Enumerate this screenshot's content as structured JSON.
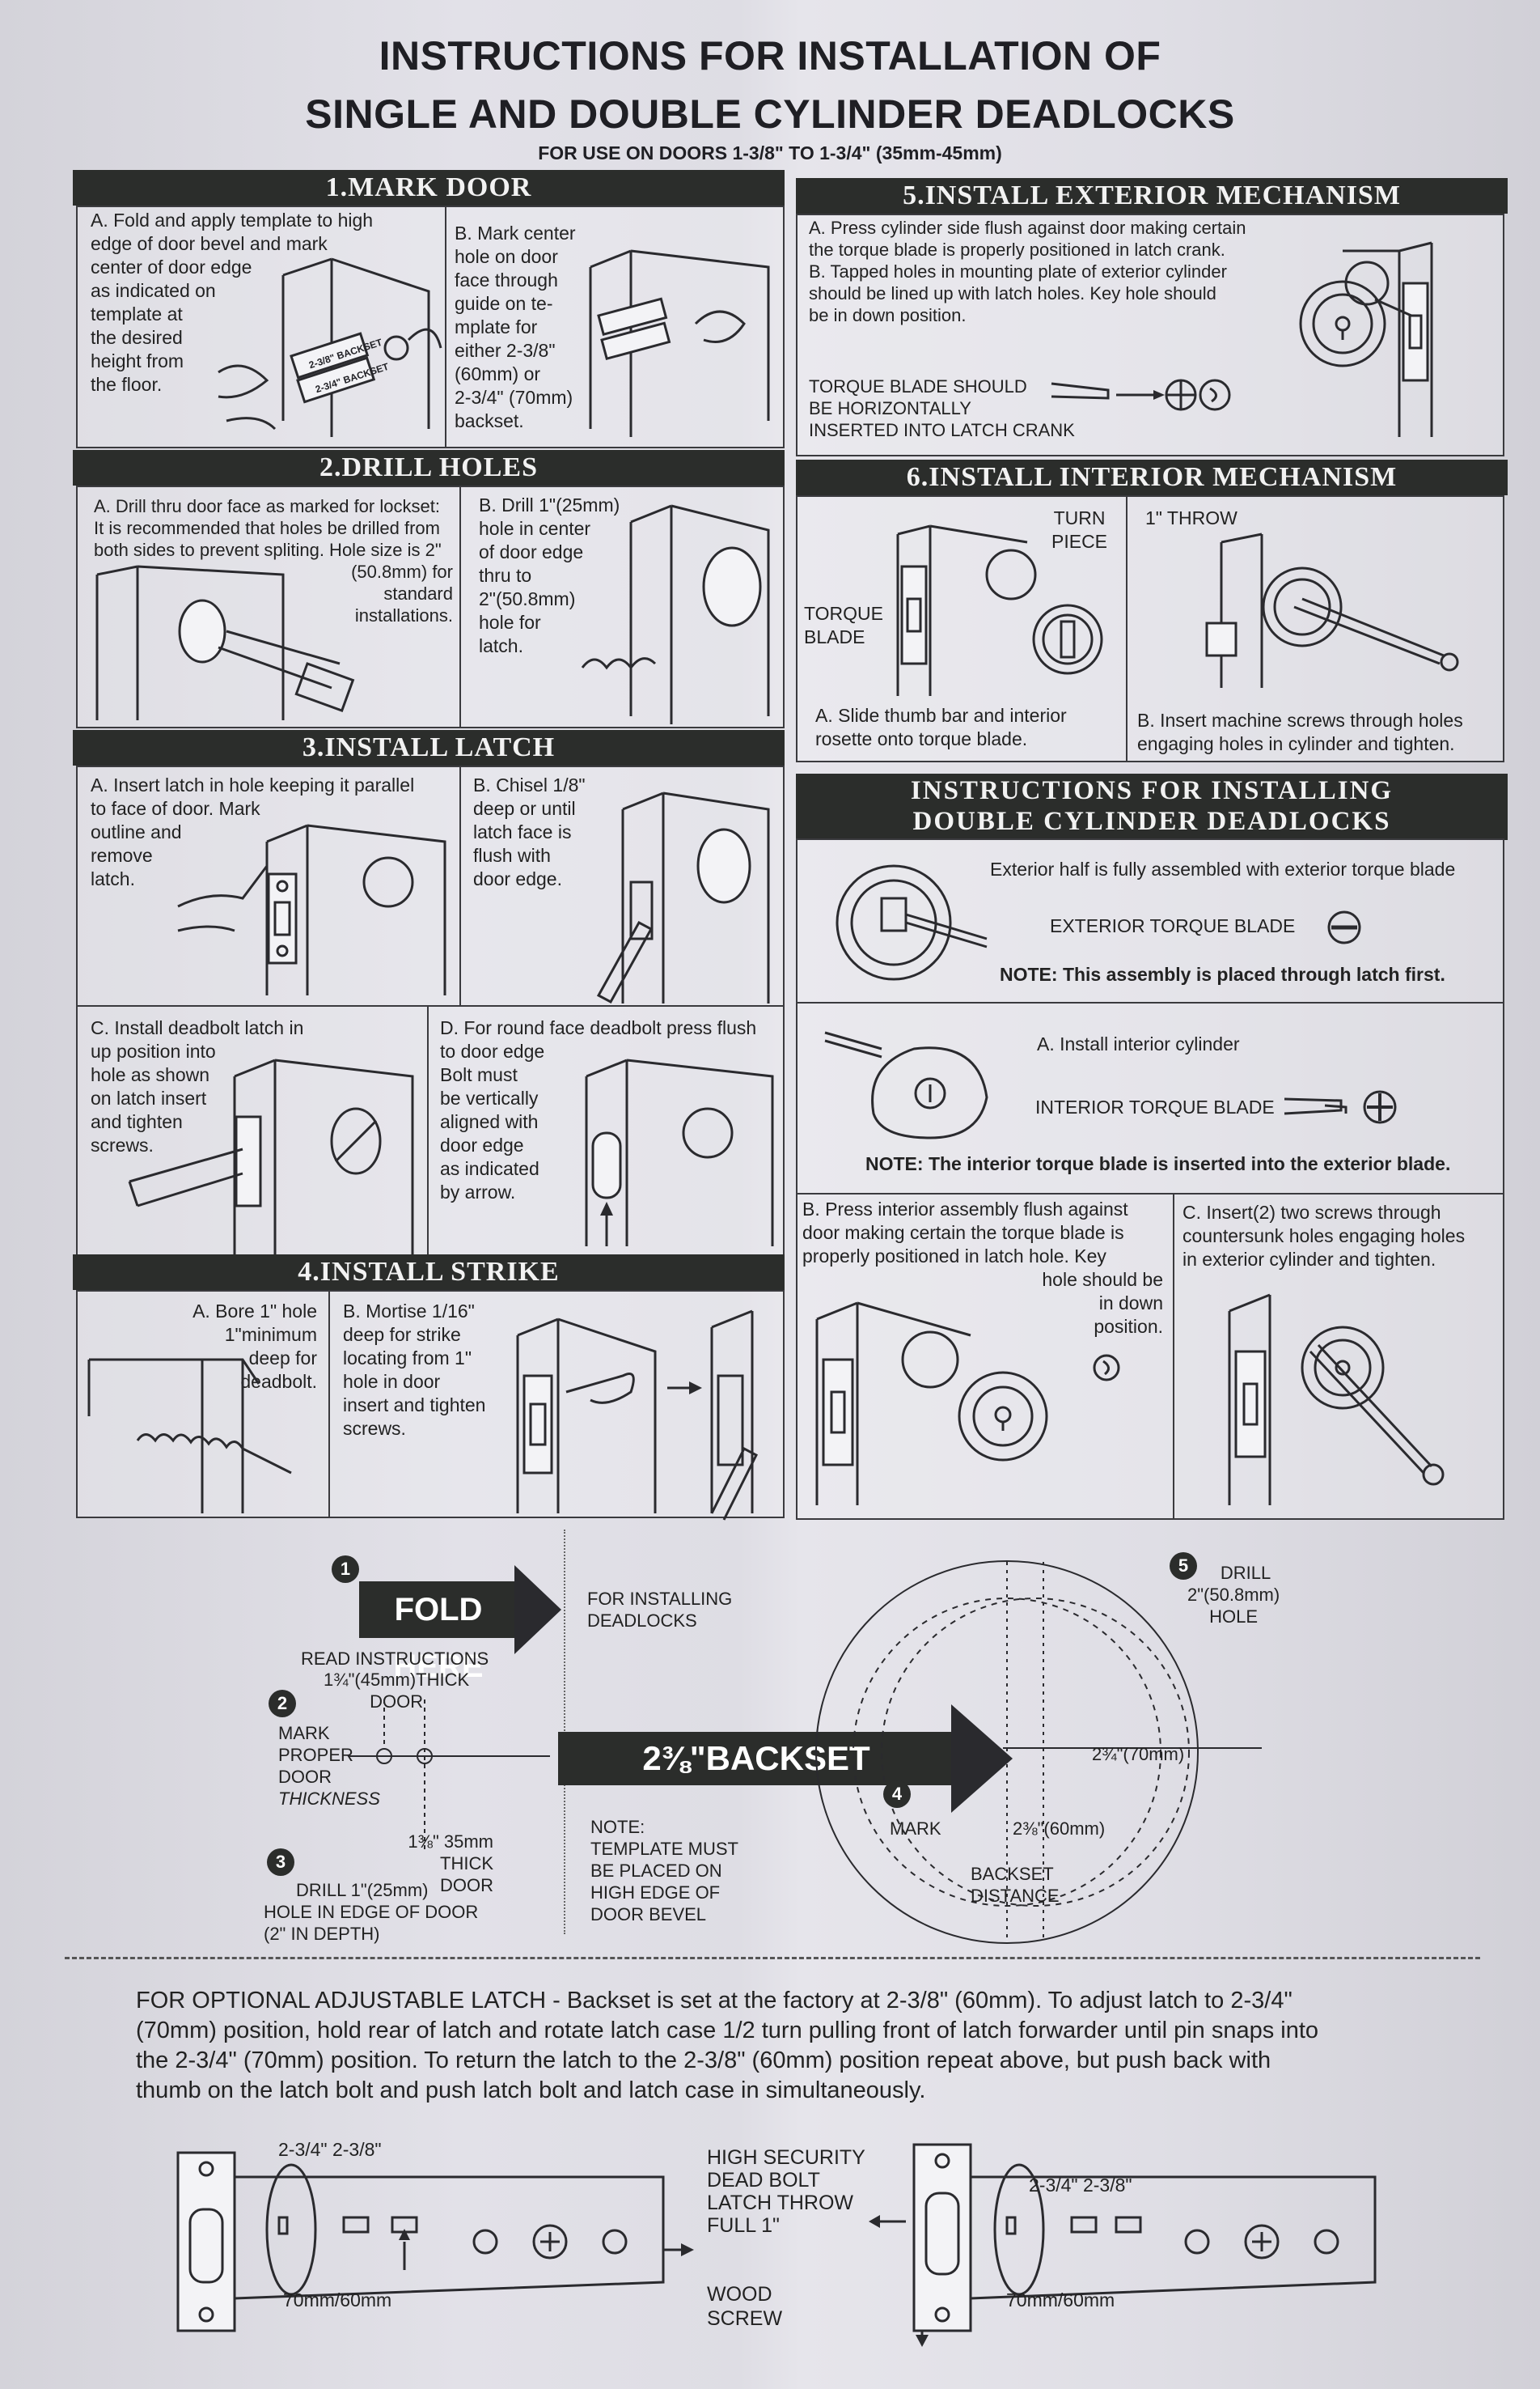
{
  "title": {
    "line1": "INSTRUCTIONS FOR INSTALLATION OF",
    "line2": "SINGLE AND DOUBLE CYLINDER DEADLOCKS",
    "line3": "FOR USE ON DOORS 1-3/8\" TO 1-3/4\" (35mm-45mm)"
  },
  "s1": {
    "header": "1.MARK DOOR",
    "a": [
      "A. Fold and apply template to high",
      "edge of door bevel and mark",
      "center of door edge",
      "as indicated on",
      "template at",
      "the desired",
      "height from",
      "the floor."
    ],
    "b": [
      "B. Mark center",
      "hole on door",
      "face through",
      "guide on te-",
      "mplate for",
      "either 2-3/8\"",
      "(60mm) or",
      "2-3/4\" (70mm)",
      "backset."
    ],
    "tpl1": "2-3/8\" BACKSET",
    "tpl2": "2-3/4\" BACKSET"
  },
  "s2": {
    "header": "2.DRILL HOLES",
    "a": [
      "A. Drill thru door face as marked for lockset:",
      "It is recommended that holes be drilled from",
      "both sides to prevent spliting. Hole size is 2\"",
      "(50.8mm) for",
      "standard",
      "installations."
    ],
    "b": [
      "B. Drill 1\"(25mm)",
      "hole in center",
      "of door edge",
      "thru to",
      "2\"(50.8mm)",
      "hole for",
      "latch."
    ]
  },
  "s3": {
    "header": "3.INSTALL LATCH",
    "a": [
      "A. Insert latch in hole keeping it parallel",
      "to face of door. Mark",
      "outline and",
      "remove",
      "latch."
    ],
    "b": [
      "B. Chisel 1/8\"",
      "deep or until",
      "latch face is",
      "flush with",
      "door edge."
    ],
    "c": [
      "C. Install deadbolt latch in",
      "up position into",
      "hole as shown",
      "on latch insert",
      "and tighten",
      "screws."
    ],
    "d": [
      "D. For round face deadbolt press flush",
      "to door edge",
      "Bolt must",
      "be  vertically",
      "aligned with",
      "door edge",
      "as indicated",
      "by arrow."
    ]
  },
  "s4": {
    "header": "4.INSTALL STRIKE",
    "a": [
      "A. Bore 1\" hole",
      "1\"minimum",
      "deep for",
      "deadbolt."
    ],
    "b": [
      "B. Mortise 1/16\"",
      "deep for strike",
      "locating from 1\"",
      "hole in door",
      "insert and tighten",
      "screws."
    ]
  },
  "s5": {
    "header": "5.INSTALL EXTERIOR MECHANISM",
    "a": [
      "A. Press cylinder side flush against door making certain",
      "the torque blade is properly positioned in latch crank.",
      "B. Tapped holes in mounting plate of exterior cylinder",
      "should be lined up with latch holes. Key hole should",
      "be in down position."
    ],
    "torque": [
      "TORQUE BLADE SHOULD",
      "BE HORIZONTALLY",
      "INSERTED INTO LATCH CRANK"
    ]
  },
  "s6": {
    "header": "6.INSTALL INTERIOR MECHANISM",
    "turn": [
      "TURN",
      "PIECE"
    ],
    "throw": "1\" THROW",
    "blade": [
      "TORQUE",
      "BLADE"
    ],
    "a": [
      "A. Slide thumb bar and interior",
      "rosette onto torque blade."
    ],
    "b": [
      "B. Insert machine screws through holes",
      "engaging holes in cylinder and tighten."
    ]
  },
  "dc": {
    "header1": "INSTRUCTIONS FOR INSTALLING",
    "header2": "DOUBLE CYLINDER DEADLOCKS",
    "ext_half": "Exterior half is fully assembled with exterior torque blade",
    "ext_blade": "EXTERIOR TORQUE BLADE",
    "note1": "NOTE: This assembly is placed through latch first.",
    "a": "A. Install interior cylinder",
    "int_blade": "INTERIOR TORQUE BLADE",
    "note2": "NOTE: The interior torque blade is inserted into the exterior blade.",
    "b": [
      "B. Press interior assembly flush against",
      "door making certain the torque blade is",
      "properly positioned in latch hole.  Key",
      "hole should be",
      "in down",
      "position."
    ],
    "c": [
      "C. Insert(2) two screws through",
      "countersunk holes engaging holes",
      "in exterior cylinder and tighten."
    ]
  },
  "template": {
    "fold": "FOLD HERE",
    "for_installing": [
      "FOR INSTALLING",
      "DEADLOCKS"
    ],
    "read": "READ INSTRUCTIONS",
    "thick45": [
      "1¾\"(45mm)THICK",
      "DOOR"
    ],
    "mark": [
      "MARK",
      "PROPER",
      "DOOR",
      "THICKNESS"
    ],
    "thick35": [
      "1⅜\" 35mm",
      "THICK",
      "DOOR"
    ],
    "drill1": [
      "DRILL 1\"(25mm)",
      "HOLE IN EDGE OF DOOR",
      "(2\" IN DEPTH)"
    ],
    "backset": "2⅜\"BACKSET",
    "note": [
      "NOTE:",
      "TEMPLATE MUST",
      "BE PLACED ON",
      "HIGH EDGE OF",
      "DOOR BEVEL"
    ],
    "mark4": "MARK",
    "b70": "2¾\"(70mm)",
    "b60": "2⅜\"(60mm)",
    "distance": [
      "BACKSET",
      "DISTANCE"
    ],
    "drill2": [
      "DRILL",
      "2\"(50.8mm)",
      "HOLE"
    ],
    "n1": "1",
    "n2": "2",
    "n3": "3",
    "n4": "4",
    "n5": "5"
  },
  "optional": {
    "lines": [
      "FOR OPTIONAL ADJUSTABLE LATCH - Backset is set at the factory at  2-3/8\" (60mm). To adjust latch to 2-3/4\"",
      "(70mm) position, hold rear of latch and rotate latch case 1/2 turn pulling front of latch forwarder until pin snaps into",
      "the 2-3/4\" (70mm) position. To return the latch to the 2-3/8\" (60mm) position repeat above, but push back with",
      "thumb on the latch bolt and push latch bolt and latch case in simultaneously."
    ],
    "dims": "2-3/4\" 2-3/8\"",
    "mm": "70mm/60mm",
    "hs": [
      "HIGH SECURITY",
      "DEAD BOLT",
      "LATCH THROW",
      "FULL 1\""
    ],
    "wood": [
      "WOOD",
      "SCREW"
    ]
  }
}
